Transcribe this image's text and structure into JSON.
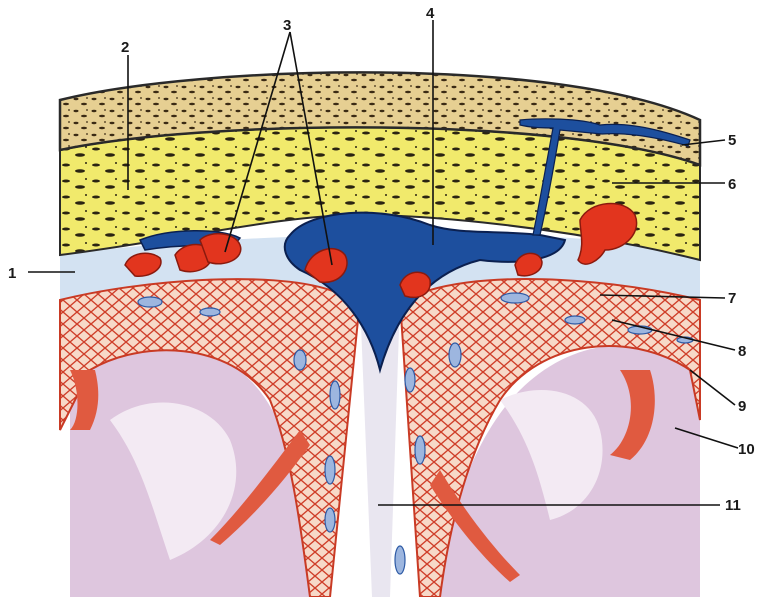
{
  "labels": {
    "l1": "1",
    "l2": "2",
    "l3": "3",
    "l4": "4",
    "l5": "5",
    "l6": "6",
    "l7": "7",
    "l8": "8",
    "l9": "9",
    "l10": "10",
    "l11": "11"
  },
  "colors": {
    "bone_outer": "#e8d29a",
    "dura": "#f2ea6a",
    "arachnoid": "#d3e2f2",
    "pia_tissue": "#e46a4e",
    "sinus_blue": "#1d4f9e",
    "granulation_red": "#e2351e",
    "cortex": "#d9c2d9"
  }
}
